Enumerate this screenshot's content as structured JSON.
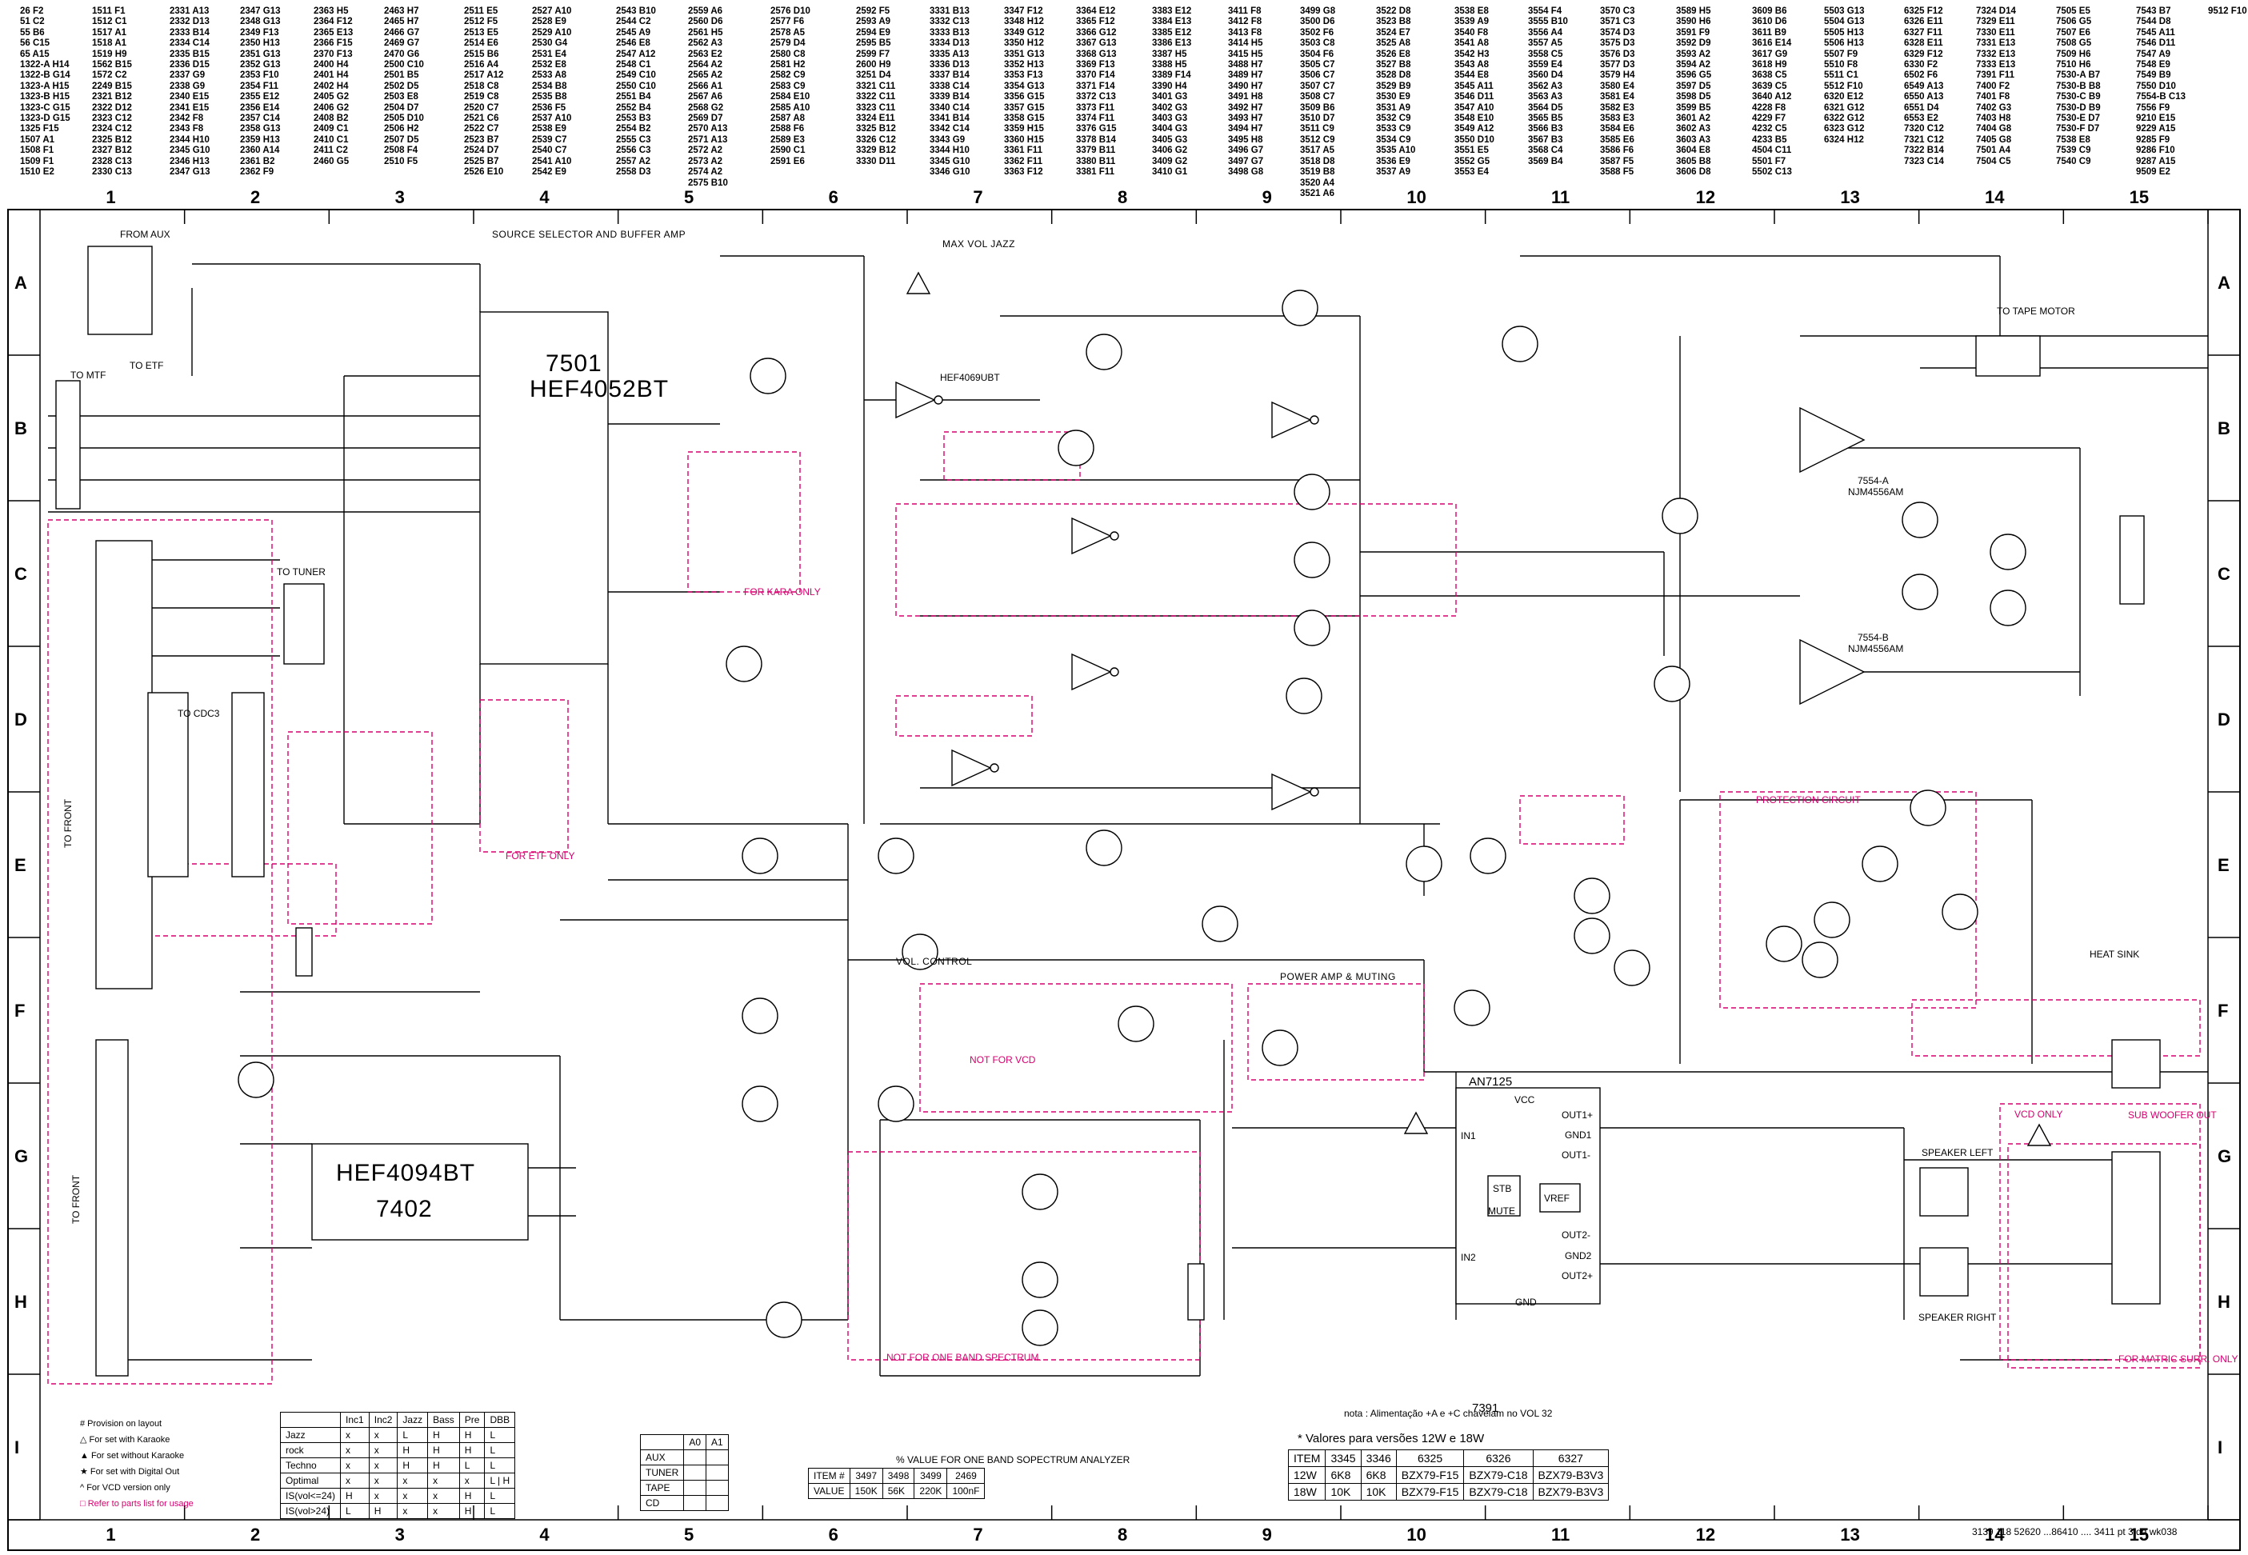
{
  "index_columns": [
    "26 F2\n51 C2\n55 B6\n56 C15\n65 A15\n1322-A H14\n1322-B G14\n1323-A H15\n1323-B H15\n1323-C G15\n1323-D G15\n1325 F15\n1507 A1\n1508 F1\n1509 F1\n1510 E2",
    "1511 F1\n1512 C1\n1517 A1\n1518 A1\n1519 H9\n1562 B15\n1572 C2\n2249 B15\n2321 B12\n2322 D12\n2323 C12\n2324 C12\n2325 B12\n2327 B12\n2328 C13\n2330 C13",
    "2331 A13\n2332 D13\n2333 B14\n2334 C14\n2335 B15\n2336 D15\n2337 G9\n2338 G9\n2340 E15\n2341 E15\n2342 F8\n2343 F8\n2344 H10\n2345 G10\n2346 H13\n2347 G13",
    "2347 G13\n2348 G13\n2349 F13\n2350 H13\n2351 G13\n2352 G13\n2353 F10\n2354 F11\n2355 E12\n2356 E14\n2357 C14\n2358 G13\n2359 H13\n2360 A14\n2361 B2\n2362 F9",
    "2363 H5\n2364 F12\n2365 E13\n2366 F15\n2370 F13\n2400 H4\n2401 H4\n2402 H4\n2405 G2\n2406 G2\n2408 B2\n2409 C1\n2410 C1\n2411 C2\n2460 G5",
    "2463 H7\n2465 H7\n2466 G7\n2469 G7\n2470 G6\n2500 C10\n2501 B5\n2502 D5\n2503 E8\n2504 D7\n2505 D10\n2506 H2\n2507 D5\n2508 F4\n2510 F5",
    "2511 E5\n2512 F5\n2513 E5\n2514 E6\n2515 B6\n2516 A4\n2517 A12\n2518 C8\n2519 C8\n2520 C7\n2521 C6\n2522 C7\n2523 B7\n2524 D7\n2525 B7\n2526 E10",
    "2527 A10\n2528 E9\n2529 A10\n2530 G4\n2531 E4\n2532 E8\n2533 A8\n2534 B8\n2535 B8\n2536 F5\n2537 A10\n2538 E9\n2539 C7\n2540 C7\n2541 A10\n2542 E9",
    "2543 B10\n2544 C2\n2545 A9\n2546 E8\n2547 A12\n2548 C1\n2549 C10\n2550 C10\n2551 B4\n2552 B4\n2553 B3\n2554 B2\n2555 C3\n2556 C3\n2557 A2\n2558 D3",
    "2559 A6\n2560 D6\n2561 H5\n2562 A3\n2563 E2\n2564 A2\n2565 A2\n2566 A1\n2567 A6\n2568 G2\n2569 D7\n2570 A13\n2571 A13\n2572 A2\n2573 A2\n2574 A2\n2575 B10",
    "2576 D10\n2577 F6\n2578 A5\n2579 D4\n2580 C8\n2581 H2\n2582 C9\n2583 C9\n2584 E10\n2585 A10\n2587 A8\n2588 F6\n2589 E3\n2590 C1\n2591 E6",
    "2592 F5\n2593 A9\n2594 E9\n2595 B5\n2599 F7\n2600 H9\n3251 D4\n3321 C11\n3322 C11\n3323 C11\n3324 E11\n3325 B12\n3326 C12\n3329 B12\n3330 D11",
    "3331 B13\n3332 C13\n3333 B13\n3334 D13\n3335 A13\n3336 D13\n3337 B14\n3338 C14\n3339 B14\n3340 C14\n3341 B14\n3342 C14\n3343 G9\n3344 H10\n3345 G10\n3346 G10",
    "3347 F12\n3348 H12\n3349 G12\n3350 H12\n3351 G13\n3352 H13\n3353 F13\n3354 G13\n3356 G15\n3357 G15\n3358 G15\n3359 H15\n3360 H15\n3361 F11\n3362 F11\n3363 F12",
    "3364 E12\n3365 F12\n3366 G12\n3367 G13\n3368 G13\n3369 F13\n3370 F14\n3371 F14\n3372 C13\n3373 F11\n3374 F11\n3376 G15\n3378 B14\n3379 B11\n3380 B11\n3381 F11",
    "3383 E12\n3384 E13\n3385 E12\n3386 E13\n3387 H5\n3388 H5\n3389 F14\n3390 H4\n3401 G3\n3402 G3\n3403 G3\n3404 G3\n3405 G3\n3406 G2\n3409 G2\n3410 G1",
    "3411 F8\n3412 F8\n3413 F8\n3414 H5\n3415 H5\n3488 H7\n3489 H7\n3490 H7\n3491 H8\n3492 H7\n3493 H7\n3494 H7\n3495 H8\n3496 G7\n3497 G7\n3498 G8",
    "3499 G8\n3500 D6\n3502 F6\n3503 C8\n3504 F6\n3505 C7\n3506 C7\n3507 C7\n3508 C7\n3509 B6\n3510 D7\n3511 C9\n3512 C9\n3517 A5\n3518 D8\n3519 B8\n3520 A4\n3521 A6",
    "3522 D8\n3523 B8\n3524 E7\n3525 A8\n3526 E8\n3527 B8\n3528 D8\n3529 B9\n3530 E9\n3531 A9\n3532 C9\n3533 C9\n3534 C9\n3535 A10\n3536 E9\n3537 A9",
    "3538 E8\n3539 A9\n3540 F8\n3541 A8\n3542 H3\n3543 A8\n3544 E8\n3545 A11\n3546 D11\n3547 A10\n3548 E10\n3549 A12\n3550 D10\n3551 E5\n3552 G5\n3553 E4",
    "3554 F4\n3555 B10\n3556 A4\n3557 A5\n3558 C5\n3559 E4\n3560 D4\n3562 A3\n3563 A3\n3564 D5\n3565 B5\n3566 B3\n3567 B3\n3568 C4\n3569 B4",
    "3570 C3\n3571 C3\n3574 D3\n3575 D3\n3576 D3\n3577 D3\n3579 H4\n3580 E4\n3581 E4\n3582 E3\n3583 E3\n3584 E6\n3585 E6\n3586 F6\n3587 F5\n3588 F5",
    "3589 H5\n3590 H6\n3591 F9\n3592 D9\n3593 A2\n3594 A2\n3596 G5\n3597 D5\n3598 D5\n3599 B5\n3601 A2\n3602 A3\n3603 A3\n3604 E8\n3605 B8\n3606 D8",
    "3609 B6\n3610 D6\n3611 B9\n3616 E14\n3617 G9\n3618 H9\n3638 C5\n3639 C5\n3640 A12\n4228 F8\n4229 F7\n4232 C5\n4233 B5\n4504 C11\n5501 F7\n5502 C13",
    "5503 G13\n5504 G13\n5505 H13\n5506 H13\n5507 F9\n5510 F8\n5511 C1\n5512 F10\n6320 E12\n6321 G12\n6322 G12\n6323 G12\n6324 H12",
    "6325 F12\n6326 E11\n6327 F11\n6328 E11\n6329 F12\n6330 F2\n6502 F6\n6549 A13\n6550 A13\n6551 D4\n6553 E2\n7320 C12\n7321 C12\n7322 B14\n7323 C14",
    "7324 D14\n7329 E11\n7330 E11\n7331 E13\n7332 E13\n7333 E13\n7391 F11\n7400 F2\n7401 F8\n7402 G3\n7403 H8\n7404 G8\n7405 G8\n7501 A4\n7504 C5",
    "7505 E5\n7506 G5\n7507 E6\n7508 G5\n7509 H6\n7510 H6\n7530-A B7\n7530-B B8\n7530-C B9\n7530-D B9\n7530-E D7\n7530-F D7\n7538 E8\n7539 C9\n7540 C9",
    "7543 B7\n7544 D8\n7545 A11\n7546 D11\n7547 A9\n7548 E9\n7549 B9\n7550 D10\n7554-B C13\n7556 F9\n9210 E15\n9229 A15\n9285 F9\n9286 F10\n9287 A15\n9509 E2",
    "9512 F10"
  ],
  "grid_numbers": [
    "1",
    "2",
    "3",
    "4",
    "5",
    "6",
    "7",
    "8",
    "9",
    "10",
    "11",
    "12",
    "13",
    "14",
    "15"
  ],
  "grid_letters": [
    "A",
    "B",
    "C",
    "D",
    "E",
    "F",
    "G",
    "H",
    "I"
  ],
  "block_titles": {
    "source_selector": "SOURCE SELECTOR AND BUFFER AMP",
    "max_vol_jazz": "MAX VOL JAZZ",
    "vol_control": "VOL. CONTROL",
    "power_amp": "POWER AMP & MUTING",
    "protection": "PROTECTION CIRCUIT",
    "not_for_vcd": "NOT FOR VCD",
    "not_for_one_band": "NOT FOR ONE BAND SPECTRUM.",
    "for_etf_only": "FOR ETF ONLY",
    "for_karaoke_only": "FOR KARA ONLY",
    "speaker_left": "SPEAKER LEFT",
    "speaker_right": "SPEAKER RIGHT",
    "for_matrix_surr": "FOR MATRIC SURR. ONLY",
    "vcd_only": "VCD ONLY",
    "subwoofer_out": "SUB WOOFER OUT",
    "heat_sink": "HEAT SINK",
    "to_tape_motor": "TO TAPE MOTOR",
    "to_front": "TO FRONT",
    "to_cdc3": "TO CDC3",
    "to_tuner": "TO TUNER",
    "from_aux": "FROM AUX",
    "to_mtf": "TO MTF",
    "to_etf": "TO ETF"
  },
  "ic_labels": {
    "ic7501_name": "7501",
    "ic7501_part": "HEF4052BT",
    "ic7402_part": "HEF4094BT",
    "ic7402_name": "7402",
    "ic7391_name": "7391",
    "ic7391_part": "AN7125",
    "ic_4069": "HEF4069UBT",
    "ic_7554a": "7554-A",
    "ic_7554a_part": "NJM4556AM",
    "ic_7554b": "7554-B",
    "ic_7554b_part": "NJM4556AM"
  },
  "an7125_pins": {
    "vcc": "VCC",
    "in1": "IN1",
    "in2": "IN2",
    "stb": "STB",
    "mute": "MUTE",
    "vref": "VREF",
    "gnd": "GND",
    "out1p": "OUT1+",
    "out1m": "OUT1-",
    "gnd1": "GND1",
    "out2m": "OUT2-",
    "out2p": "OUT2+",
    "gnd2": "GND2"
  },
  "source_table": {
    "headers": [
      "",
      "A0",
      "A1"
    ],
    "rows": [
      [
        "AUX",
        "",
        ""
      ],
      [
        "TUNER",
        "",
        ""
      ],
      [
        "TAPE",
        "",
        ""
      ],
      [
        "CD",
        "",
        ""
      ]
    ]
  },
  "eq_table": {
    "headers": [
      "",
      "Inc1",
      "Inc2",
      "Jazz",
      "Bass",
      "Pre",
      "DBB"
    ],
    "rows": [
      [
        "Jazz",
        "x",
        "x",
        "L",
        "H",
        "H",
        "L"
      ],
      [
        "rock",
        "x",
        "x",
        "H",
        "H",
        "H",
        "L"
      ],
      [
        "Techno",
        "x",
        "x",
        "H",
        "H",
        "L",
        "L"
      ],
      [
        "Optimal",
        "x",
        "x",
        "x",
        "x",
        "x",
        "L | H"
      ],
      [
        "IS(vol<=24)",
        "H",
        "x",
        "x",
        "x",
        "H",
        "L"
      ],
      [
        "IS(vol>24)",
        "L",
        "H",
        "x",
        "x",
        "H",
        "L"
      ]
    ]
  },
  "spectrum_table": {
    "caption": "%   VALUE FOR ONE BAND SOPECTRUM ANALYZER",
    "headers": [
      "ITEM #",
      "3497",
      "3498",
      "3499",
      "2469"
    ],
    "rows": [
      [
        "VALUE",
        "150K",
        "56K",
        "220K",
        "100nF"
      ]
    ]
  },
  "version_table": {
    "caption": "*  Valores para versões 12W e 18W",
    "headers": [
      "ITEM",
      "3345",
      "3346",
      "6325",
      "6326",
      "6327"
    ],
    "rows": [
      [
        "12W",
        "6K8",
        "6K8",
        "BZX79-F15",
        "BZX79-C18",
        "BZX79-B3V3"
      ],
      [
        "18W",
        "10K",
        "10K",
        "BZX79-F15",
        "BZX79-C18",
        "BZX79-B3V3"
      ]
    ]
  },
  "legend": [
    "#  Provision on layout",
    "△ For set with Karaoke",
    "▲ For set without Karaoke",
    "★ For set with Digital Out",
    "^  For VCD version only",
    "□  Refer to parts list for usage"
  ],
  "note": "nota : Alimentação +A e +C chaveiam no VOL 32",
  "footer": "3139 118 52620 ...86410 .... 3411 pt 3 dd wk038",
  "colors": {
    "annotation": "#d6006e",
    "line": "#000000",
    "paper": "#ffffff"
  }
}
